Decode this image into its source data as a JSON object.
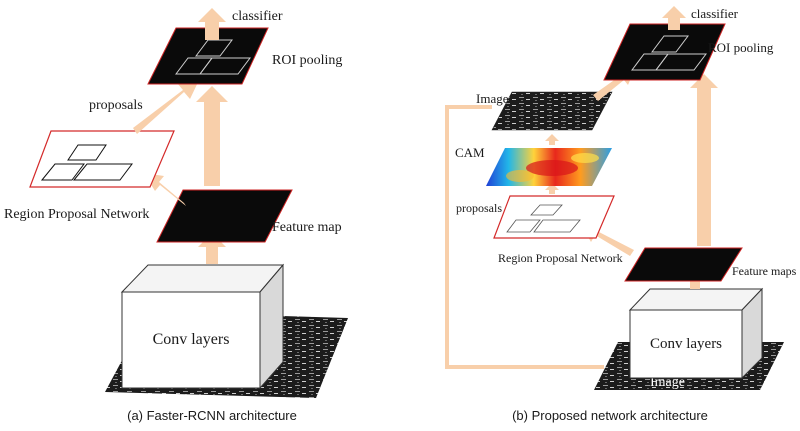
{
  "panel_a": {
    "caption": "(a) Faster-RCNN architecture",
    "classifier": "classifier",
    "roi_pooling": "ROI pooling",
    "proposals": "proposals",
    "region_proposal_network": "Region Proposal Network",
    "feature_map": "Feature map",
    "conv_layers": "Conv layers"
  },
  "panel_b": {
    "caption": "(b) Proposed network architecture",
    "classifier": "classifier",
    "roi_pooling": "ROI pooling",
    "image_top": "Image",
    "cam": "CAM",
    "proposals": "proposals",
    "region_proposal_network": "Region Proposal Network",
    "feature_maps": "Feature maps",
    "conv_layers": "Conv layers",
    "image_bottom": "Image"
  },
  "colors": {
    "arrow": "#f8cfaa",
    "proposal_border": "#d42a2a",
    "feature_border": "#cc2222",
    "plate_fill": "#0a0a0a"
  }
}
